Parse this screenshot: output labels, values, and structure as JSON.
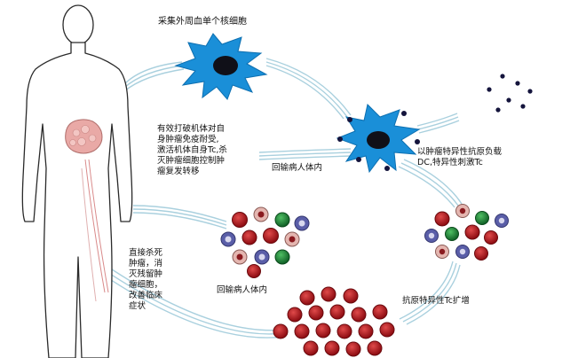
{
  "labels": {
    "collect_pbmc": "采集外周血单个核细胞",
    "dc_loading": "以肿瘤特异性抗原负载\nDC,特异性刺激Tc",
    "effect_break_tolerance": "有效打破机体对自\n身肿瘤免疫耐受,\n激活机体自身Tc,杀\n灭肿瘤细胞控制肿\n瘤复发转移",
    "return_body_1": "回输病人体内",
    "return_body_2": "回输病人体内",
    "effect_direct_kill": "直接杀死\n肿瘤，消\n灭残留肿\n瘤细胞，\n改善临床\n症状",
    "antigen_specific_expansion": "抗原特异性Tc扩增"
  },
  "icons": {
    "human": "human-silhouette",
    "tumor": "tumor-organ",
    "dc_immature": "dendritic-cell",
    "dc_loaded": "antigen-loaded-dendritic-cell",
    "antigen": "antigen-particles",
    "tcells": "t-cell-cluster"
  },
  "colors": {
    "dc_blue": "#1a8fd8",
    "nucleus": "#101018",
    "tumor_pink": "#e9a9a6",
    "cell_red": "#b3131b",
    "cell_green": "#1f8a3b",
    "cell_purple": "#5a5ea8",
    "cell_pink": "#e4b6b0",
    "arrow_blue": "#a9d0de"
  }
}
